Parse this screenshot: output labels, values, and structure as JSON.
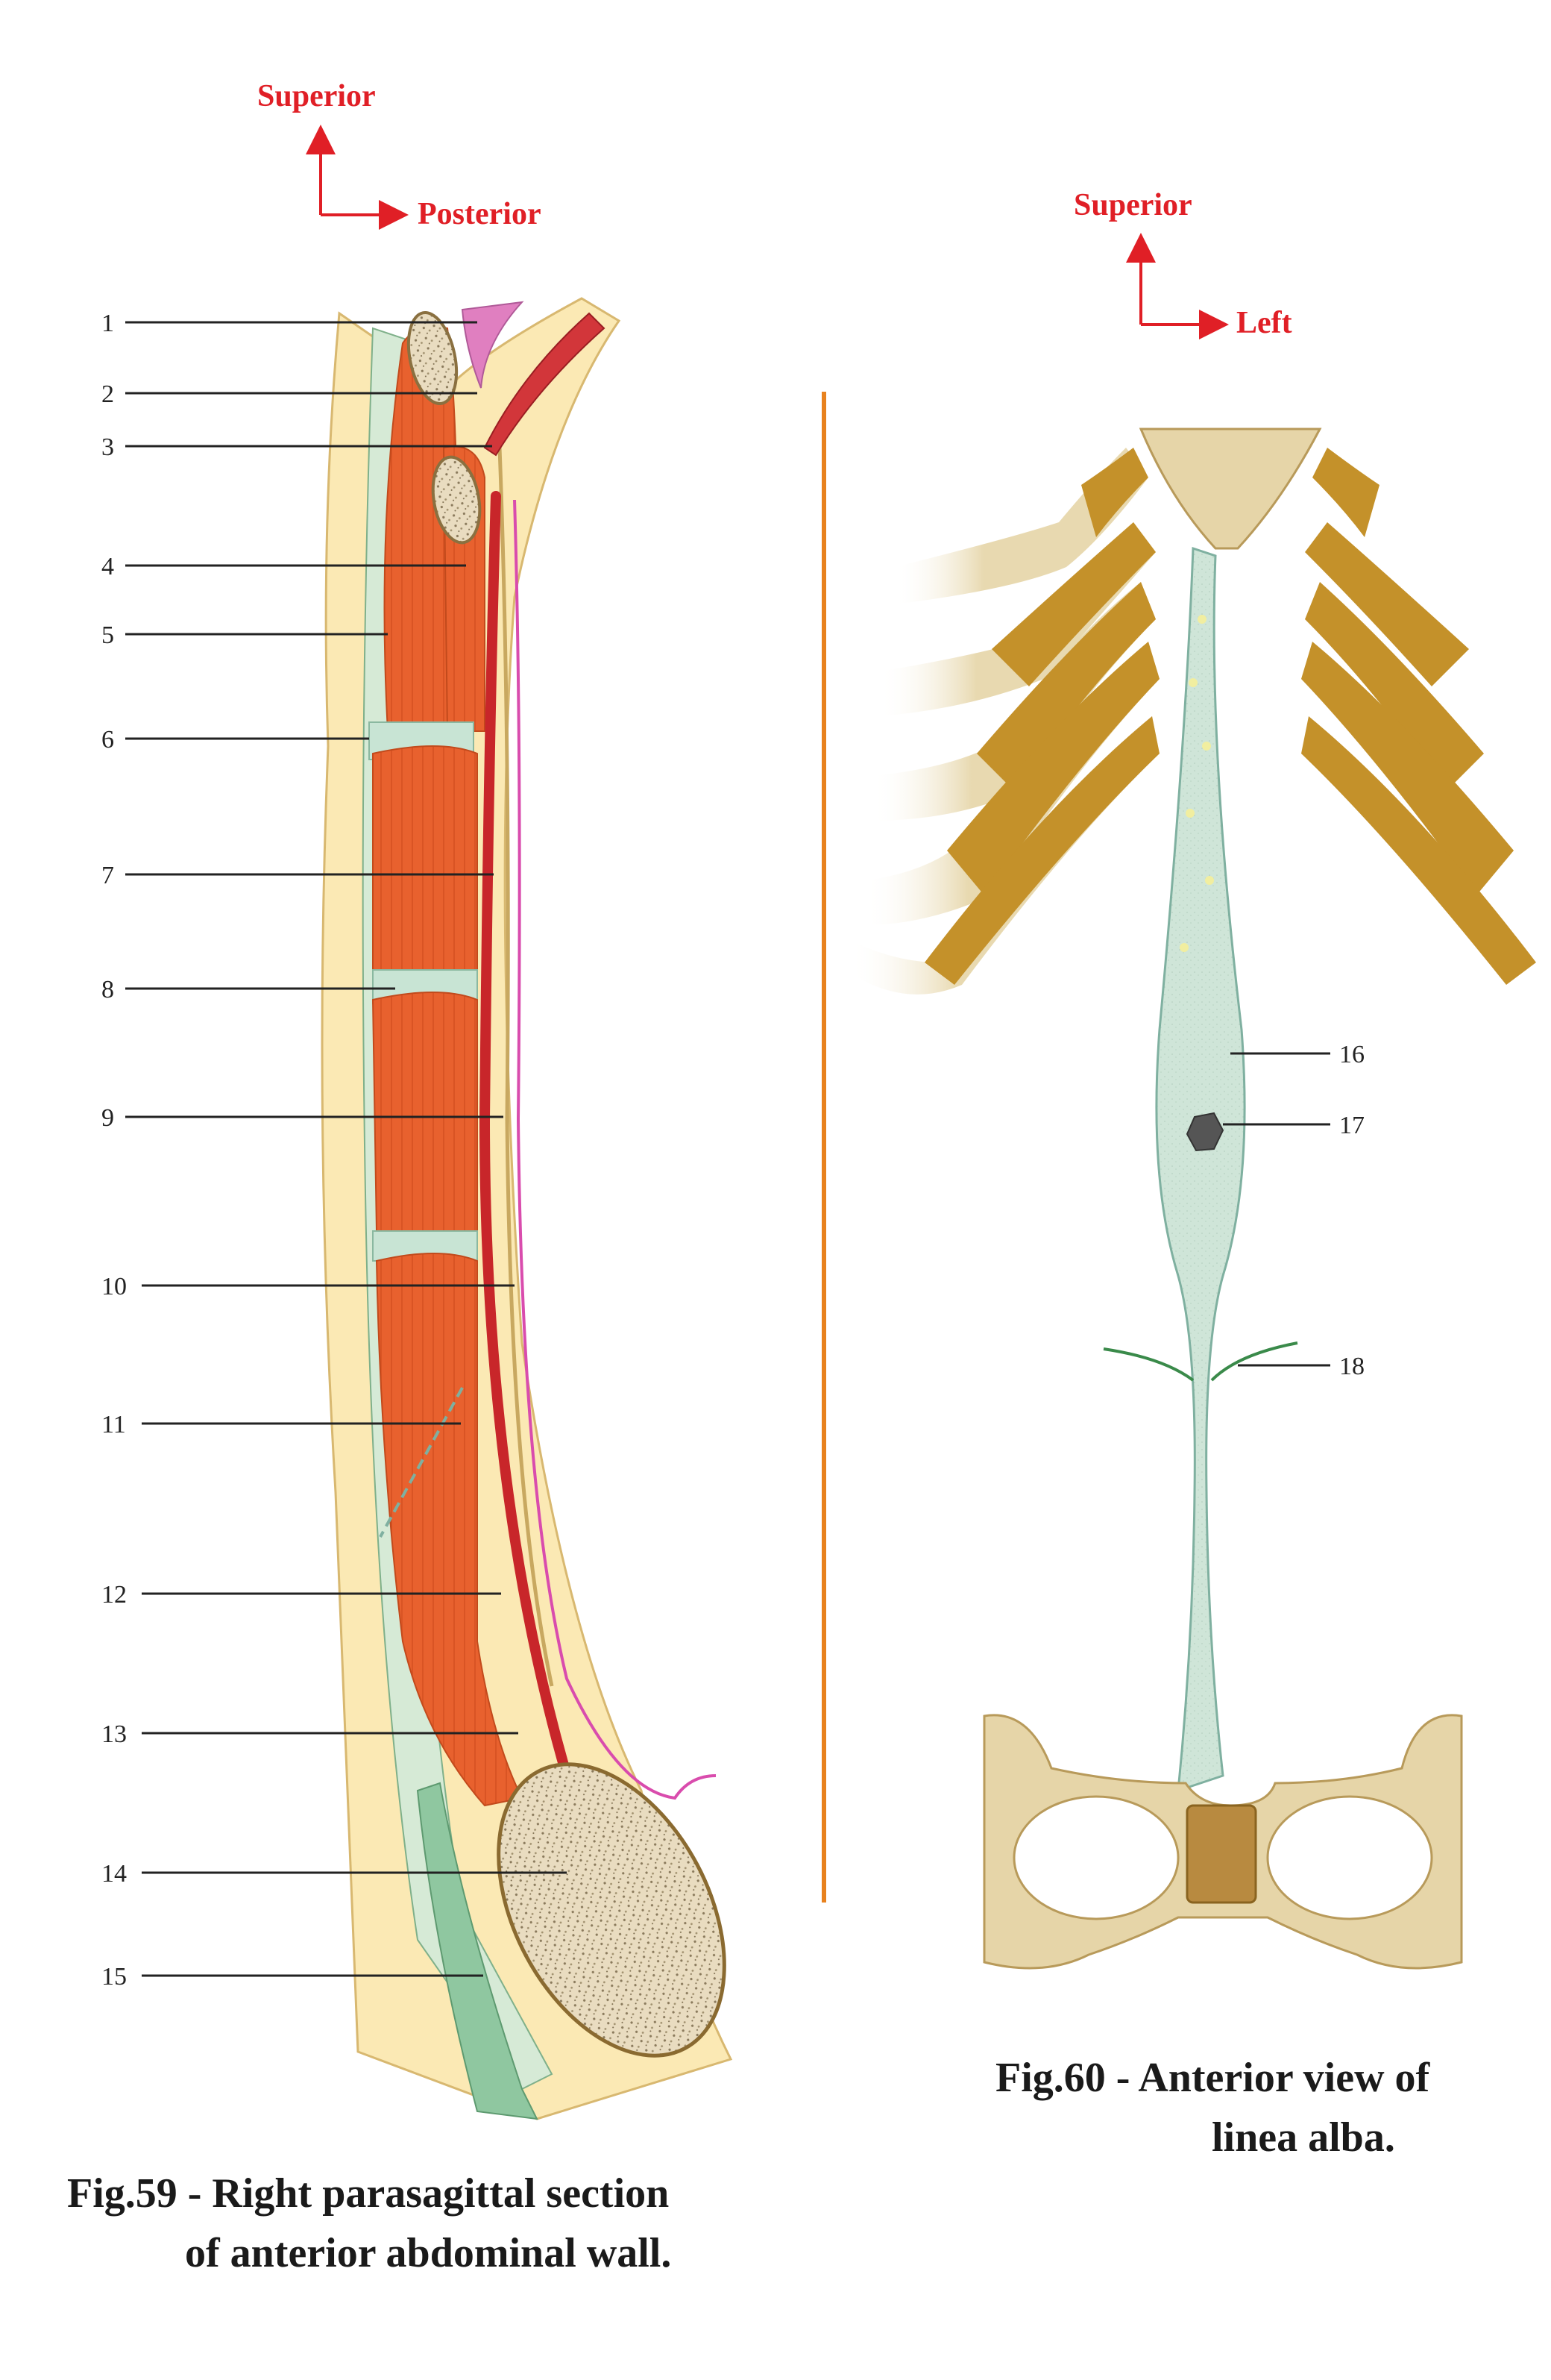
{
  "fig59": {
    "orientation": {
      "up": "Superior",
      "right": "Posterior"
    },
    "labels": [
      "1",
      "2",
      "3",
      "4",
      "5",
      "6",
      "7",
      "8",
      "9",
      "10",
      "11",
      "12",
      "13",
      "14",
      "15"
    ],
    "caption_line1": "Fig.59 - Right parasagittal section",
    "caption_line2": "of anterior abdominal wall."
  },
  "fig60": {
    "orientation": {
      "up": "Superior",
      "right": "Left"
    },
    "labels": [
      "16",
      "17",
      "18"
    ],
    "caption_line1": "Fig.60 - Anterior view of",
    "caption_line2": "linea alba."
  },
  "colors": {
    "direction_arrow": "#e01f26",
    "divider": "#e8821e",
    "muscle": "#e8612e",
    "tendinous": "#c8e4d4",
    "fat": "#fbe9b4",
    "artery": "#c8262a",
    "bone": "#e6d5a8",
    "linea_alba": "#cde3d6",
    "rib_cartilage": "#c4912a"
  }
}
